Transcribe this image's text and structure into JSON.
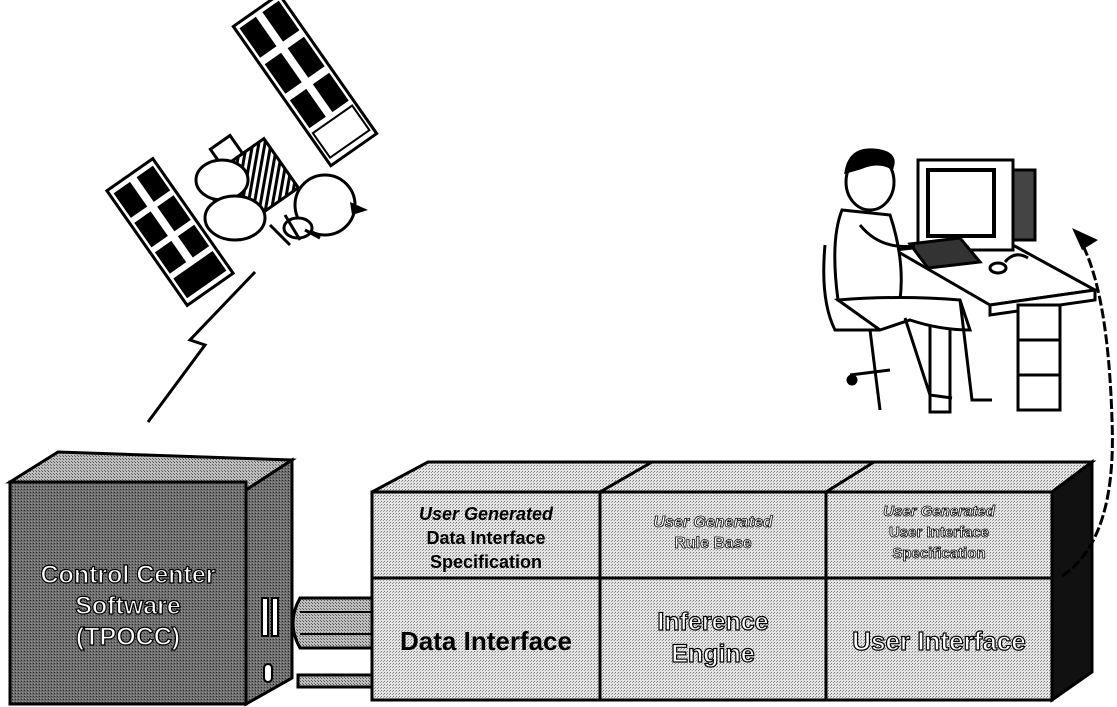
{
  "control_center": {
    "line1": "Control Center",
    "line2": "Software",
    "line3": "(TPOCC)"
  },
  "top_row": [
    {
      "italic": "User Generated",
      "line1": "Data Interface",
      "line2": "Specification"
    },
    {
      "italic": "User Generated",
      "line1": "Rule Base",
      "line2": ""
    },
    {
      "italic": "User Generated",
      "line1": "User Interface",
      "line2": "Specification"
    }
  ],
  "bottom_row": [
    {
      "line1": "Data Interface",
      "line2": ""
    },
    {
      "line1": "Inference",
      "line2": "Engine"
    },
    {
      "line1": "User Interface",
      "line2": ""
    }
  ],
  "colors": {
    "ink": "#000000",
    "box_fill": "#cfcfcf",
    "cabinet_fill": "#6a6a6a",
    "top_face": "#a8a8a8"
  },
  "icons": [
    "satellite-icon",
    "lightning-bolt-icon",
    "cable-connector-icon",
    "operator-at-workstation-icon",
    "feedback-arrow-icon"
  ]
}
